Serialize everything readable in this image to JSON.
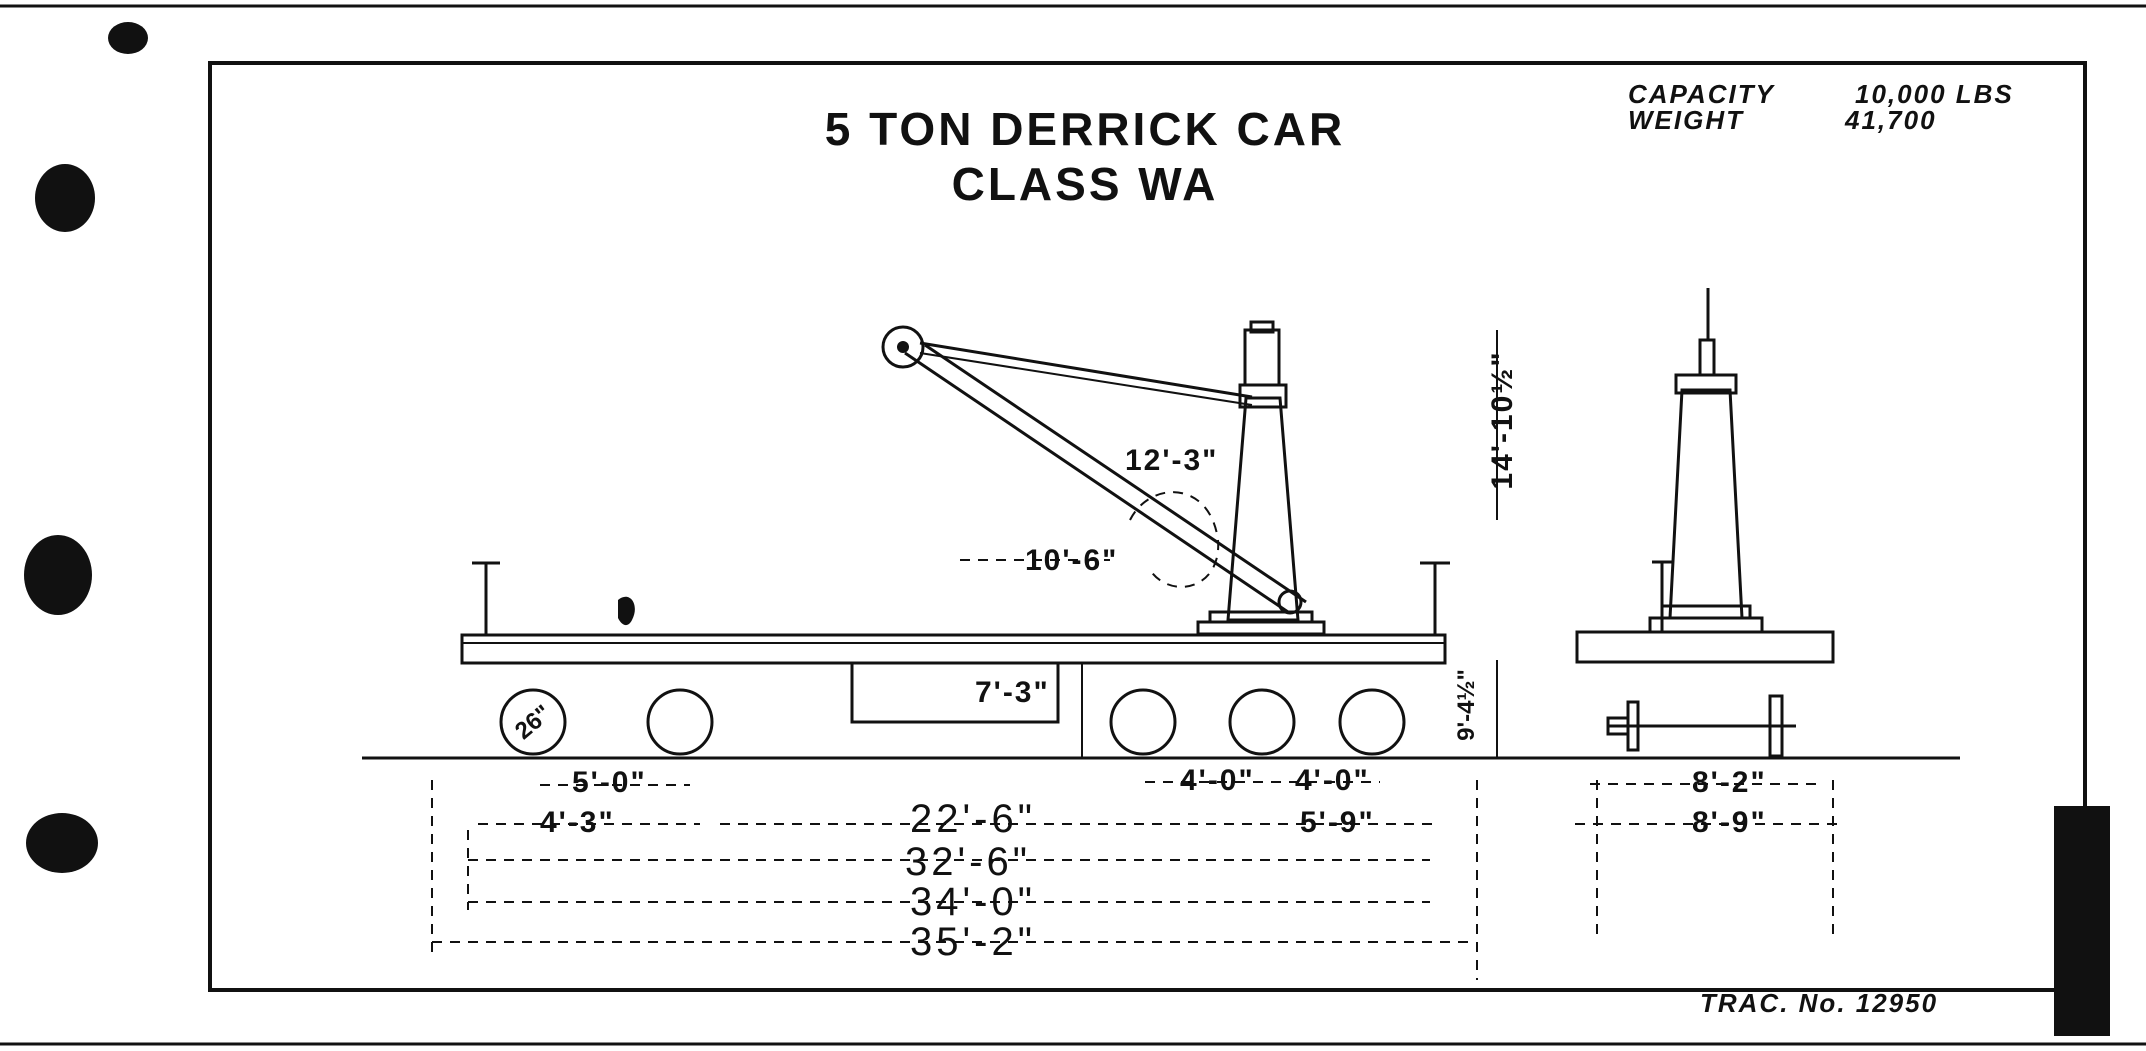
{
  "drawing": {
    "title_line1": "5 TON DERRICK CAR",
    "title_line2": "CLASS WA",
    "capacity_label": "CAPACITY",
    "capacity_value": "10,000 LBS",
    "weight_label": "WEIGHT",
    "weight_value": "41,700",
    "tracing_number": "TRAC. No. 12950"
  },
  "dimensions": {
    "boom_length": "12'-3\"",
    "boom_reach": "10'-6\"",
    "mast_height": "14'-10½\"",
    "pit_length": "7'-3\"",
    "wheel_dia": "26\"",
    "truck_wheelbase": "5'-0\"",
    "end_to_truck": "4'-3\"",
    "truck_centers": "22'-6\"",
    "axle_spacing_1": "4'-0\"",
    "axle_spacing_2": "4'-0\"",
    "rear_overhang": "5'-9\"",
    "over_sills": "32'-6\"",
    "over_end_sills": "34'-0\"",
    "over_all": "35'-2\"",
    "deck_height": "9'-4½\"",
    "end_width": "8'-2\"",
    "end_overall_width": "8'-9\""
  }
}
